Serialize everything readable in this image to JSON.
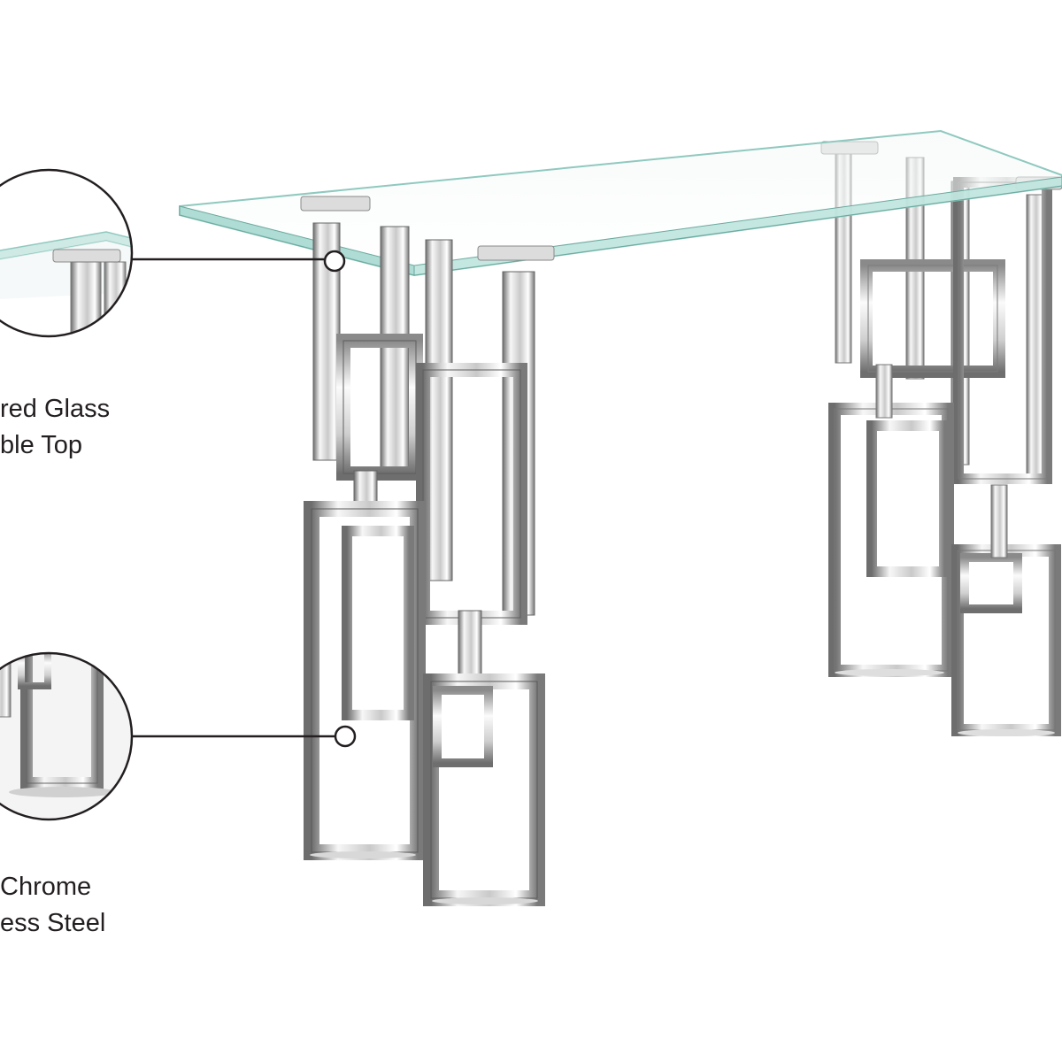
{
  "callouts": {
    "glass_top": {
      "line1": "red Glass",
      "line2": "ble Top"
    },
    "chrome_base": {
      "line1": "Chrome",
      "line2": "ess Steel"
    }
  },
  "colors": {
    "background": "#ffffff",
    "callout_line": "#231f20",
    "glass_edge": "#8fc9bf",
    "chrome_light": "#f4f4f4",
    "chrome_mid": "#c6c6c6",
    "chrome_dark": "#5a5a5a"
  },
  "icons": [
    "zoom-detail-glass",
    "zoom-detail-chrome"
  ]
}
